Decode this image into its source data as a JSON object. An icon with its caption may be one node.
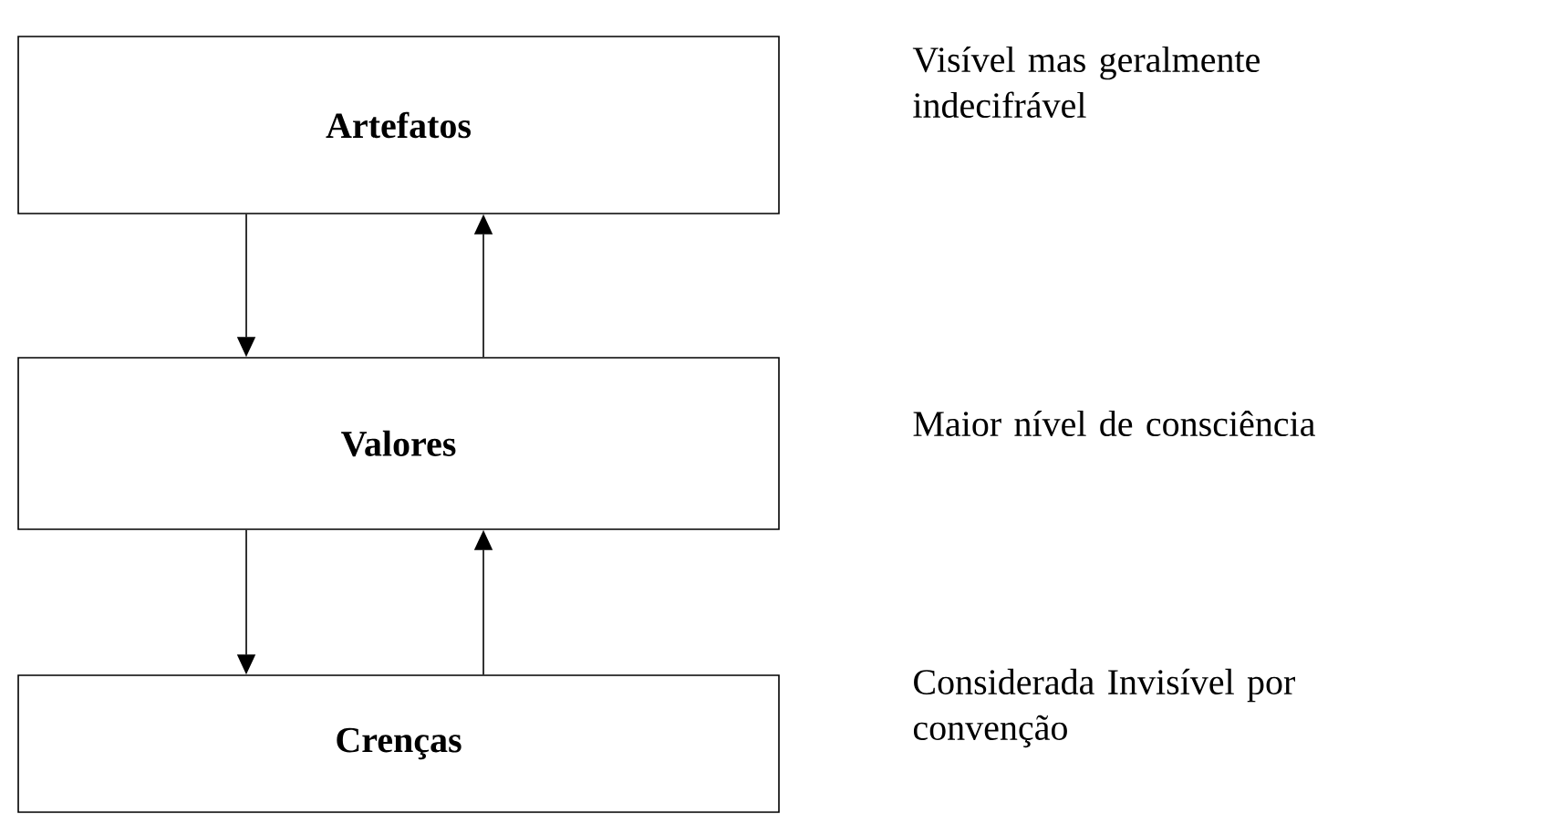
{
  "diagram": {
    "nodes": [
      {
        "text": [
          "Artefatos"
        ],
        "beside": [
          "Visível mas geralmente indecifrável"
        ]
      },
      {
        "text": [
          "Valores"
        ],
        "beside": [
          "Maior nível de consciência"
        ]
      },
      {
        "text": [
          "Crenças"
        ],
        "beside": [
          "Considerada Invisível por convenção"
        ]
      }
    ],
    "edges": [
      {
        "from": 0,
        "to": 1,
        "arrow": "to"
      },
      {
        "from": 1,
        "to": 0,
        "arrow": "to"
      },
      {
        "from": 1,
        "to": 2,
        "arrow": "to"
      },
      {
        "from": 2,
        "to": 1,
        "arrow": "to"
      }
    ]
  }
}
